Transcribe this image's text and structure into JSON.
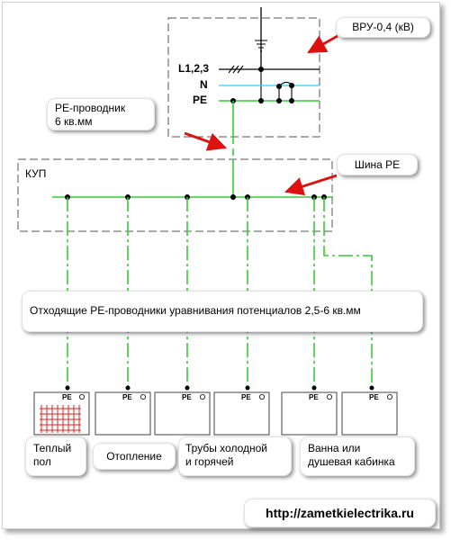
{
  "labels": {
    "vru": "ВРУ-0,4 (кВ)",
    "pe_conductor": "PE-проводник\n6 кв.мм",
    "kup": "КУП",
    "bus_pe": "Шина РЕ",
    "outgoing": "Отходящие PE-проводники уравнивания потенциалов 2,5-6 кв.мм",
    "l123": "L1,2,3",
    "n": "N",
    "pe": "PE",
    "site": "http://zametkielectrika.ru"
  },
  "consumers": [
    {
      "pe": "PE",
      "label": "Теплый\nпол"
    },
    {
      "pe": "PE",
      "label": "Отопление"
    },
    {
      "pe": "PE",
      "label": "Трубы холодной\nи горячей"
    },
    {
      "pe": "PE",
      "label": ""
    },
    {
      "pe": "PE",
      "label": "Ванна или\nдушевая кабинка"
    },
    {
      "pe": "PE",
      "label": ""
    }
  ],
  "colors": {
    "pe_line": "#33cc33",
    "n_line": "#33ccee",
    "arrow": "#dd1111",
    "dashed": "#555555",
    "grid": "#dd2222"
  }
}
